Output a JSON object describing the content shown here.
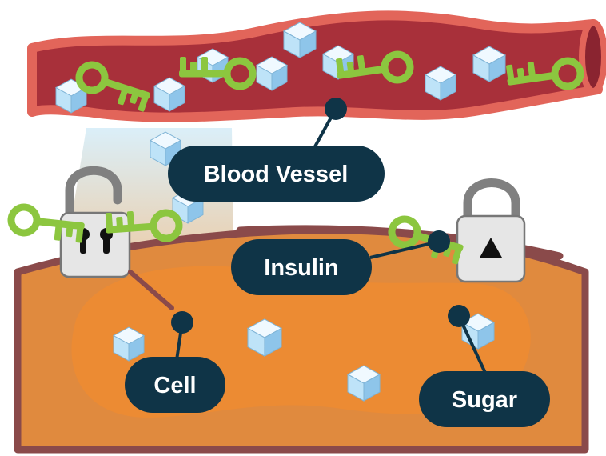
{
  "labels": {
    "blood_vessel": "Blood Vessel",
    "insulin": "Insulin",
    "cell": "Cell",
    "sugar": "Sugar"
  },
  "colors": {
    "vessel_outer": "#E2655A",
    "vessel_inner": "#A8303A",
    "cell_body": "#E08A3E",
    "cell_interior": "#EC8B33",
    "cell_membrane": "#8A4A4A",
    "insulin_key": "#8CC63F",
    "sugar_cube": "#BEE3F8",
    "lock_body": "#E6E6E6",
    "lock_shackle": "#808080",
    "callout_bg": "#0F3447",
    "callout_text": "#FFFFFF"
  },
  "icons": {
    "insulin": "key-icon",
    "sugar": "sugar-cube-icon",
    "receptor_open": "unlocked-padlock-icon",
    "receptor_closed": "locked-padlock-icon"
  }
}
